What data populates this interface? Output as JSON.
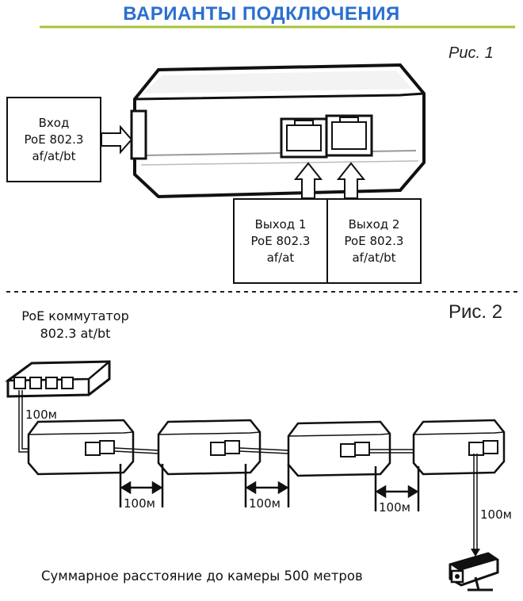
{
  "title": "ВАРИАНТЫ ПОДКЛЮЧЕНИЯ",
  "fig1": {
    "label": "Рис. 1",
    "input_box": [
      "Вход",
      "PoE 802.3",
      "af/at/bt"
    ],
    "output1_box": [
      "Выход 1",
      "PoE 802.3",
      "af/at"
    ],
    "output2_box": [
      "Выход 2",
      "PoE 802.3",
      "af/at/bt"
    ]
  },
  "fig2": {
    "label": "Рис. 2",
    "switch_label": [
      "PoE коммутатор",
      "802.3 at/bt"
    ],
    "distance": "100м",
    "footer": "Суммарное расстояние до камеры 500 метров"
  },
  "colors": {
    "title": "#2a6fd0",
    "title_underline": "#a8c23a"
  }
}
